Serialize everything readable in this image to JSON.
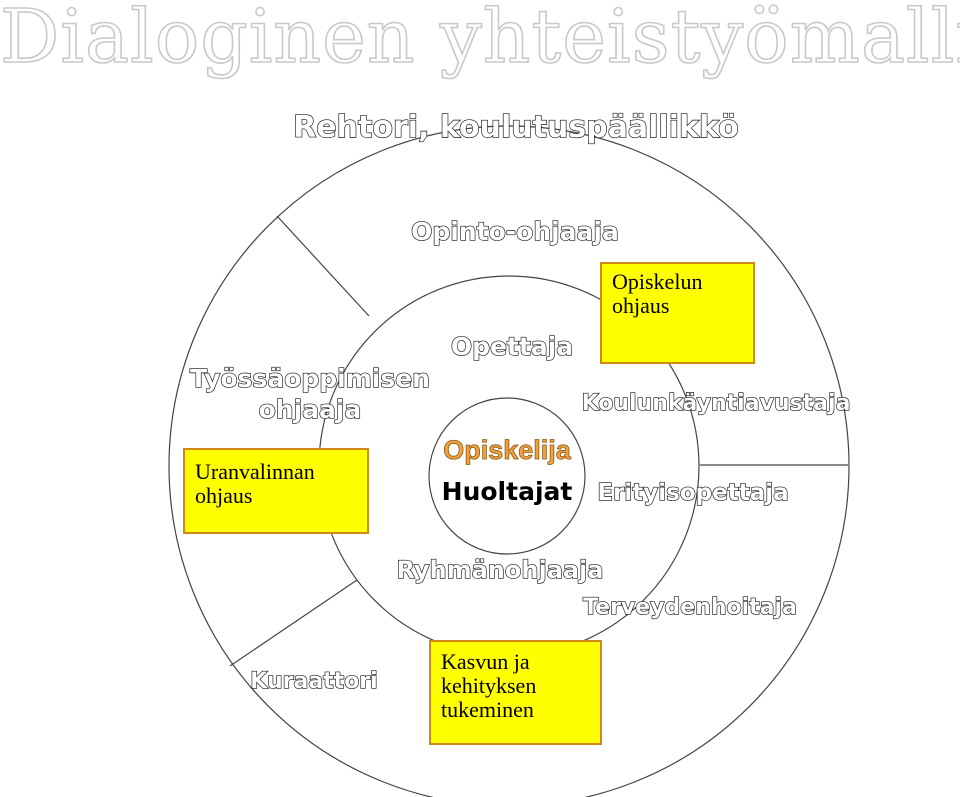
{
  "title": "Dialoginen yhteistyömalli",
  "top_label": "Rehtori, koulutuspäällikkö",
  "outer_ring": {
    "labels": {
      "opinto": "Opinto-ohjaaja",
      "tyossa_1": "Työssäoppimisen",
      "tyossa_2": "ohjaaja",
      "kuraattori": "Kuraattori",
      "terveys": "Terveydenhoitaja"
    }
  },
  "inner_ring": {
    "labels": {
      "opettaja": "Opettaja",
      "koulunkaynti": "Koulunkäyntiavustaja",
      "erityis": "Erityisopettaja",
      "ryhma": "Ryhmänohjaaja"
    }
  },
  "center": {
    "opiskelija": "Opiskelija",
    "huoltajat": "Huoltajat"
  },
  "boxes": {
    "opiskelun": "Opiskelun\nohjaus",
    "uranvalinnan": "Uranvalinnan\nohjaus",
    "kasvun": "Kasvun ja\nkehityksen\ntukeminen"
  },
  "colors": {
    "box_fill": "#ffff00",
    "box_border": "#d08a1a",
    "opiskelija": "#f0a040"
  }
}
